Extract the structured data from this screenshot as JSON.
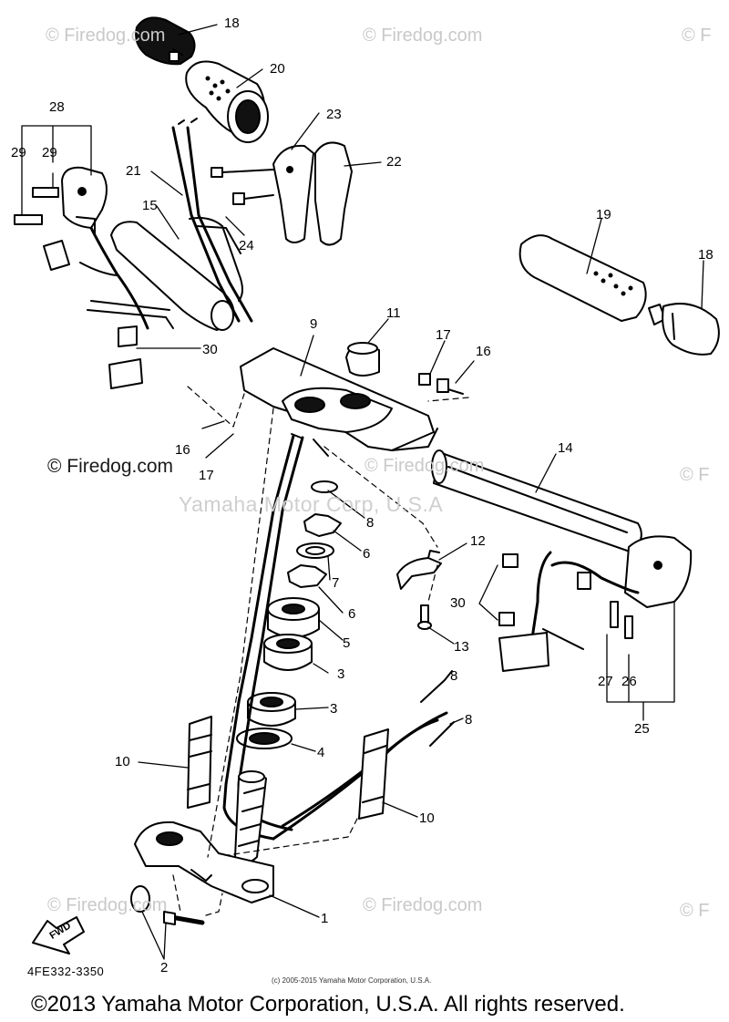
{
  "watermark": {
    "site": "© Firedog.com",
    "site_short": "© Firedog.com",
    "site_cut": "© F",
    "company": "Yamaha Motor Corp, U.S.A"
  },
  "callouts": [
    "18",
    "20",
    "28",
    "29",
    "29",
    "23",
    "22",
    "21",
    "15",
    "24",
    "19",
    "18",
    "9",
    "11",
    "17",
    "16",
    "30",
    "16",
    "17",
    "14",
    "8",
    "6",
    "12",
    "7",
    "6",
    "30",
    "5",
    "13",
    "3",
    "3",
    "27",
    "26",
    "25",
    "8",
    "4",
    "8",
    "10",
    "10",
    "1",
    "2"
  ],
  "fwd_label": "FWD",
  "part_code": "4FE332-3350",
  "small_copyright": "(c) 2005-2015 Yamaha Motor Corporation, U.S.A.",
  "footer": "©2013 Yamaha Motor Corporation, U.S.A. All rights reserved."
}
